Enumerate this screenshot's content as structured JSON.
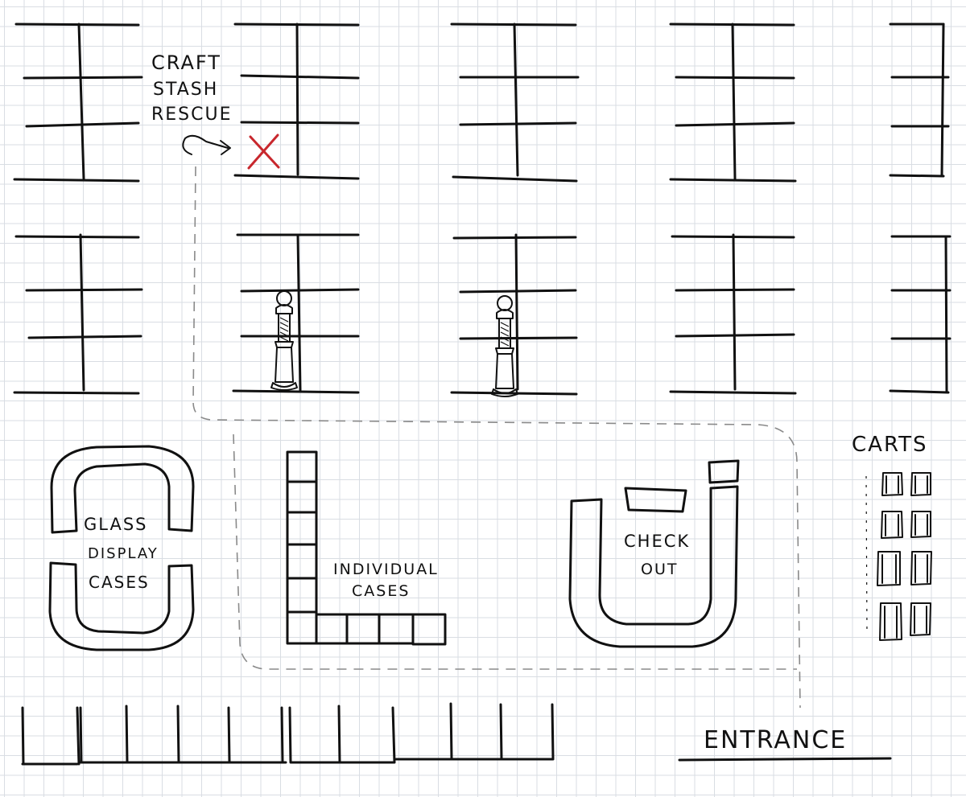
{
  "labels": {
    "craft_stash": [
      "CRAFT",
      "STASH",
      "RESCUE"
    ],
    "glass_cases": [
      "GLASS",
      "DISPLAY",
      "CASES"
    ],
    "individual_cases": [
      "INDIVIDUAL",
      "CASES"
    ],
    "checkout": [
      "CHECK",
      "OUT"
    ],
    "carts": "CARTS",
    "entrance": "ENTRANCE"
  },
  "colors": {
    "ink": "#111111",
    "marker": "#c8272d",
    "grid": "#d9dde3",
    "route": "#8a8a8a"
  },
  "icons": {
    "target_marker": "red-x-icon",
    "route_arrow": "curved-arrow-icon",
    "column": "decorative-column-icon",
    "cart": "shopping-cart-icon"
  }
}
